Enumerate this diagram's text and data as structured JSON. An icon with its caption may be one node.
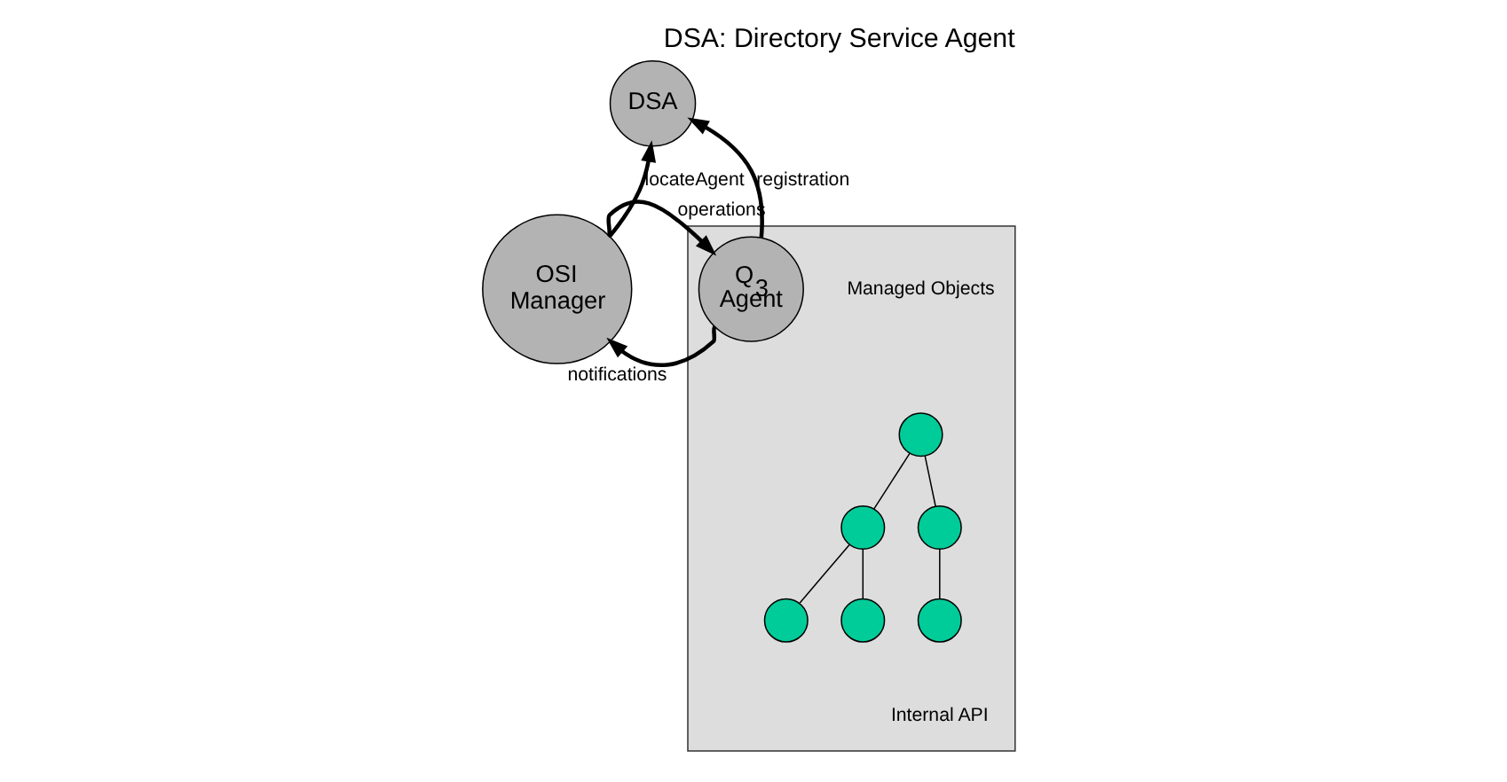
{
  "diagram": {
    "title": "DSA: Directory Service Agent",
    "nodes": [
      {
        "text": [
          "DSA"
        ]
      },
      {
        "text": [
          "OSI Manager"
        ]
      },
      {
        "text": [],
        "shape": "box"
      },
      {
        "text": [
          "Q$_{3}$ Agent"
        ],
        "in": 2
      },
      {
        "text": [],
        "shape": "circle",
        "in": 2
      },
      {
        "text": [],
        "shape": "circle",
        "in": 2
      },
      {
        "text": [],
        "shape": "circle",
        "in": 2
      },
      {
        "text": [],
        "shape": "circle",
        "in": 2
      },
      {
        "text": [],
        "shape": "circle",
        "in": 2
      },
      {
        "text": [],
        "shape": "circle",
        "in": 2
      }
    ],
    "edges": [
      {
        "from": 1,
        "to": 0,
        "arrow": "to",
        "label": "locateAgent",
        "style": "thick"
      },
      {
        "from": 3,
        "to": 0,
        "arrow": "to",
        "label": "registration",
        "style": "thick"
      },
      {
        "from": 1,
        "to": 3,
        "arrow": "to",
        "label": "operations",
        "style": "thick"
      },
      {
        "from": 3,
        "to": 1,
        "arrow": "to",
        "label": "notifications",
        "style": "thick"
      },
      {
        "from": 4,
        "to": 5,
        "arrow": "none"
      },
      {
        "from": 4,
        "to": 6,
        "arrow": "none"
      },
      {
        "from": 5,
        "to": 7,
        "arrow": "none"
      },
      {
        "from": 5,
        "to": 8,
        "arrow": "none"
      },
      {
        "from": 6,
        "to": 9,
        "arrow": "none"
      }
    ],
    "labels": [
      "Managed Objects",
      "Internal API"
    ]
  }
}
